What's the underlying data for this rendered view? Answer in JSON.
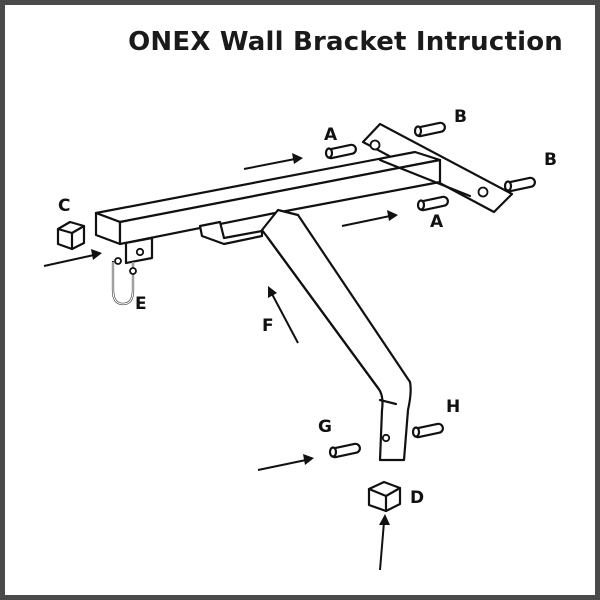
{
  "title": "ONEX Wall Bracket Intruction",
  "labels": {
    "a_top": "A",
    "a_bottom": "A",
    "b_top": "B",
    "b_right": "B",
    "c": "C",
    "d": "D",
    "e": "E",
    "f": "F",
    "g": "G",
    "h": "H"
  }
}
